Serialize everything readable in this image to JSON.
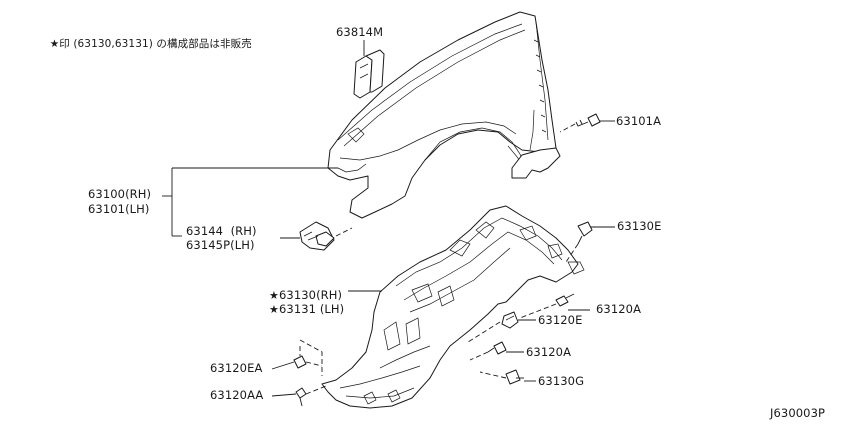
{
  "note": {
    "star": "★",
    "text": "印 (63130,63131) の構成部品は非販売"
  },
  "labels": {
    "p63814M": "63814M",
    "p63101A": "63101A",
    "p63100": "63100(RH)",
    "p63101": "63101(LH)",
    "p63144": "63144  (RH)",
    "p63145P": "63145P(LH)",
    "p63130E": "63130E",
    "p63130": "63130(RH)",
    "p63131": "63131 (LH)",
    "p63120A_upper": "63120A",
    "p63120E": "63120E",
    "p63120A_lower": "63120A",
    "p63120EA": "63120EA",
    "p63130G": "63130G",
    "p63120AA": "63120AA",
    "star_mark": "★"
  },
  "diagram_id": "J630003P"
}
